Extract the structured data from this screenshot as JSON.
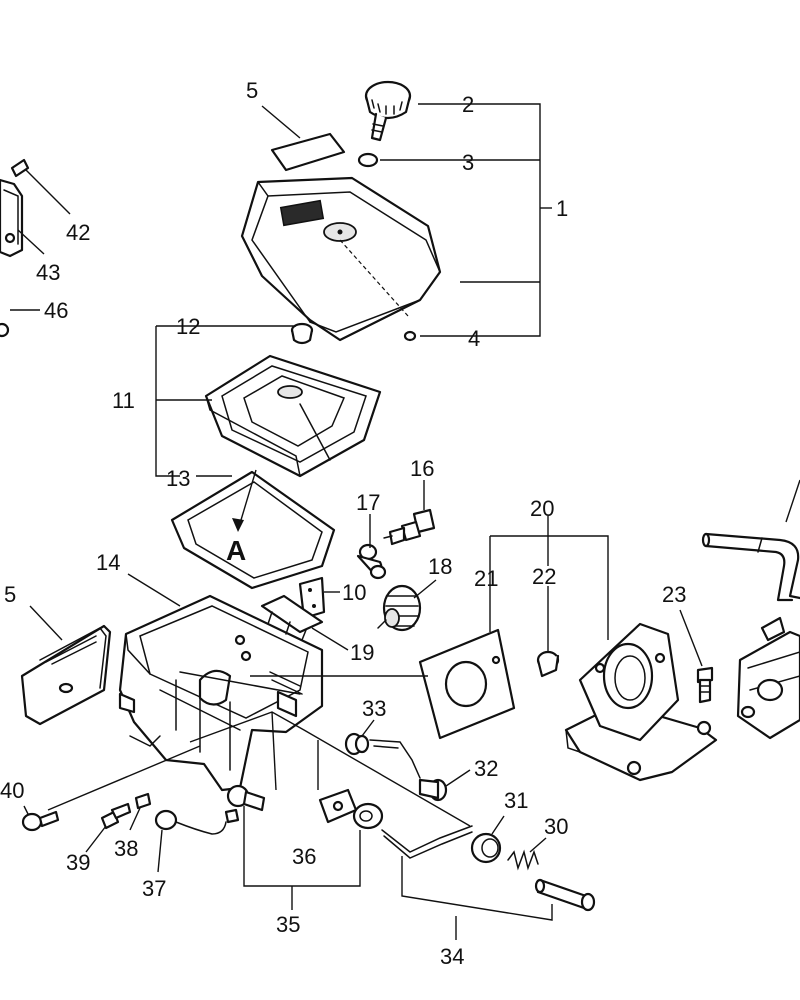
{
  "callouts": {
    "c1": "1",
    "c2": "2",
    "c3": "3",
    "c4": "4",
    "c5a": "5",
    "c5b": "5",
    "c10": "10",
    "c11": "11",
    "c12": "12",
    "c13": "13",
    "c14": "14",
    "c16": "16",
    "c17": "17",
    "c18": "18",
    "c19": "19",
    "c20": "20",
    "c21": "21",
    "c22": "22",
    "c23": "23",
    "c30": "30",
    "c31": "31",
    "c32": "32",
    "c33": "33",
    "c34": "34",
    "c35": "35",
    "c36": "36",
    "c37": "37",
    "c38": "38",
    "c39": "39",
    "c40": "40",
    "c42": "42",
    "c43": "43",
    "c46": "46",
    "view_a": "A"
  }
}
